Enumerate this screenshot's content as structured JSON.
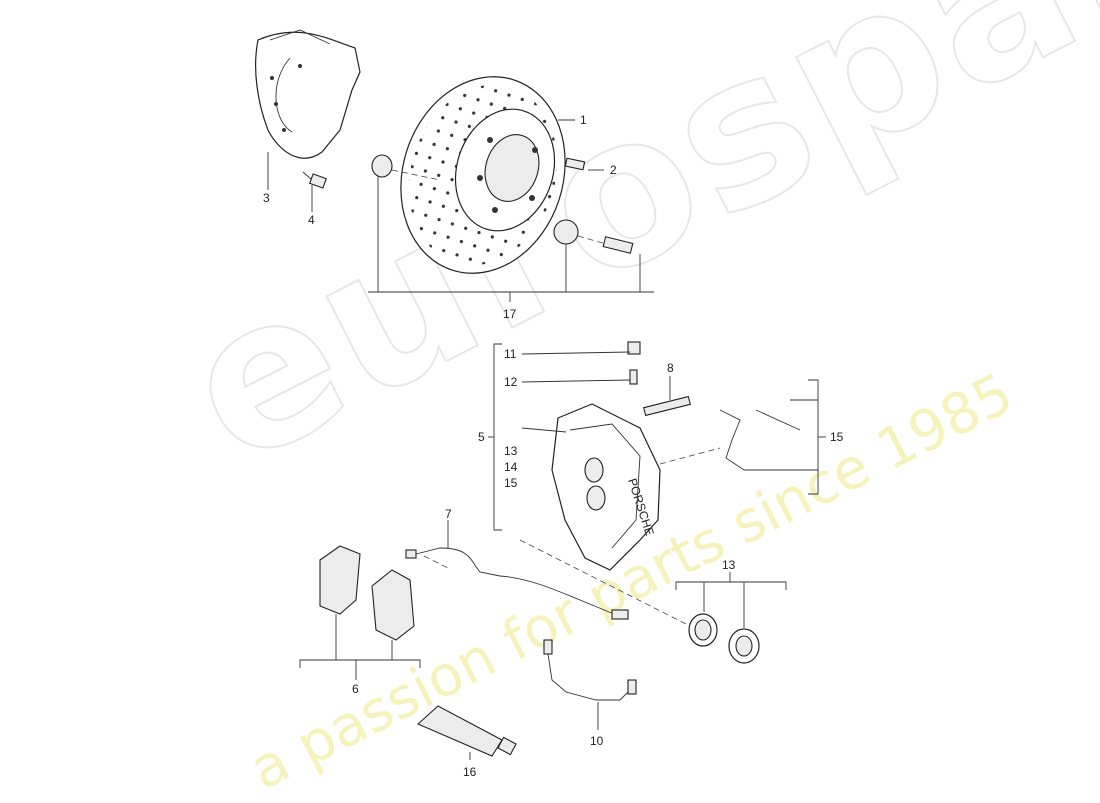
{
  "watermark": {
    "brand": "eurospares",
    "tagline": "a passion for parts since 1985"
  },
  "caliper_marking": "PORSCHE",
  "callouts": {
    "c1": "1",
    "c2": "2",
    "c3": "3",
    "c4": "4",
    "c5": "5",
    "c6": "6",
    "c7": "7",
    "c8": "8",
    "c10": "10",
    "c11": "11",
    "c12": "12",
    "c13a": "13",
    "c13b": "13",
    "c14": "14",
    "c15a": "15",
    "c15b": "15",
    "c16": "16",
    "c17": "17"
  },
  "colors": {
    "line": "#222222",
    "watermark_text": "#f3eea6"
  }
}
